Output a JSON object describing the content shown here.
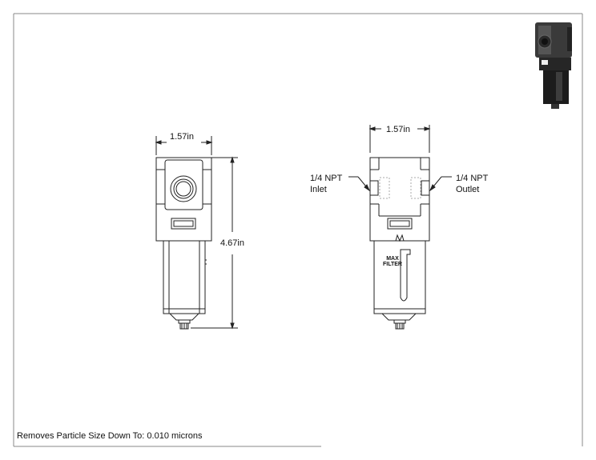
{
  "front_view": {
    "width_dim": "1.57in",
    "height_dim": "4.67in"
  },
  "side_view": {
    "width_dim": "1.57in",
    "inlet_label": "1/4 NPT\nInlet",
    "outlet_label": "1/4 NPT\nOutlet",
    "bowl_text": "MAX\nFILTER"
  },
  "footer": {
    "spec_text": "Removes Particle Size Down To: 0.010 microns"
  },
  "colors": {
    "line": "#222222",
    "frame": "#888888",
    "thumb_body": "#3a3a3a",
    "thumb_dark": "#1c1c1c"
  },
  "icons": {
    "thumbnail": "filter-regulator-3d-icon"
  }
}
